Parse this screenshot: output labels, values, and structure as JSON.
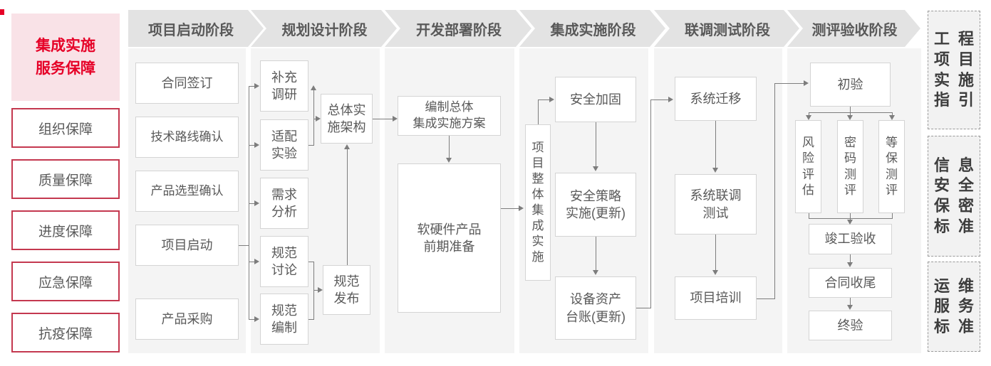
{
  "sidebar": {
    "title": "集成实施\n服务保障",
    "items": [
      "组织保障",
      "质量保障",
      "进度保障",
      "应急保障",
      "抗疫保障"
    ]
  },
  "phases": [
    {
      "title": "项目启动阶段",
      "boxes": [
        "合同签订",
        "技术路线确认",
        "产品选型确认",
        "项目启动",
        "产品采购"
      ]
    },
    {
      "title": "规划设计阶段",
      "boxes": [
        "补充\n调研",
        "适配\n实验",
        "需求\n分析",
        "规范\n讨论",
        "规范\n编制",
        "总体实\n施架构",
        "规范\n发布"
      ]
    },
    {
      "title": "开发部署阶段",
      "boxes": [
        "编制总体\n集成实施方案",
        "软硬件产品\n前期准备"
      ]
    },
    {
      "title": "集成实施阶段",
      "boxes": [
        "项目整体集成实施",
        "安全加固",
        "安全策略\n实施(更新)",
        "设备资产\n台账(更新)"
      ]
    },
    {
      "title": "联调测试阶段",
      "boxes": [
        "系统迁移",
        "系统联调\n测试",
        "项目培训"
      ]
    },
    {
      "title": "测评验收阶段",
      "boxes": [
        "初验",
        "风险评估",
        "密码测评",
        "等保测评",
        "竣工验收",
        "合同收尾",
        "终验"
      ]
    }
  ],
  "right_panel": {
    "items": [
      {
        "label": "工程项目实施指引",
        "rows": [
          "工程",
          "项目",
          "实施",
          "指引"
        ]
      },
      {
        "label": "信息安全保密标准",
        "rows": [
          "信息",
          "安全",
          "保密",
          "标准"
        ]
      },
      {
        "label": "运维服务标准",
        "rows": [
          "运维",
          "服务",
          "标准"
        ]
      }
    ]
  },
  "colors": {
    "accent_red": "#e60027",
    "pink_bg": "#f9e2e7",
    "red_box_border": "#c4384f",
    "header_gray": "#e3e3e3",
    "panel_gray": "#f4f4f4",
    "line_gray": "#7d7d7d"
  }
}
